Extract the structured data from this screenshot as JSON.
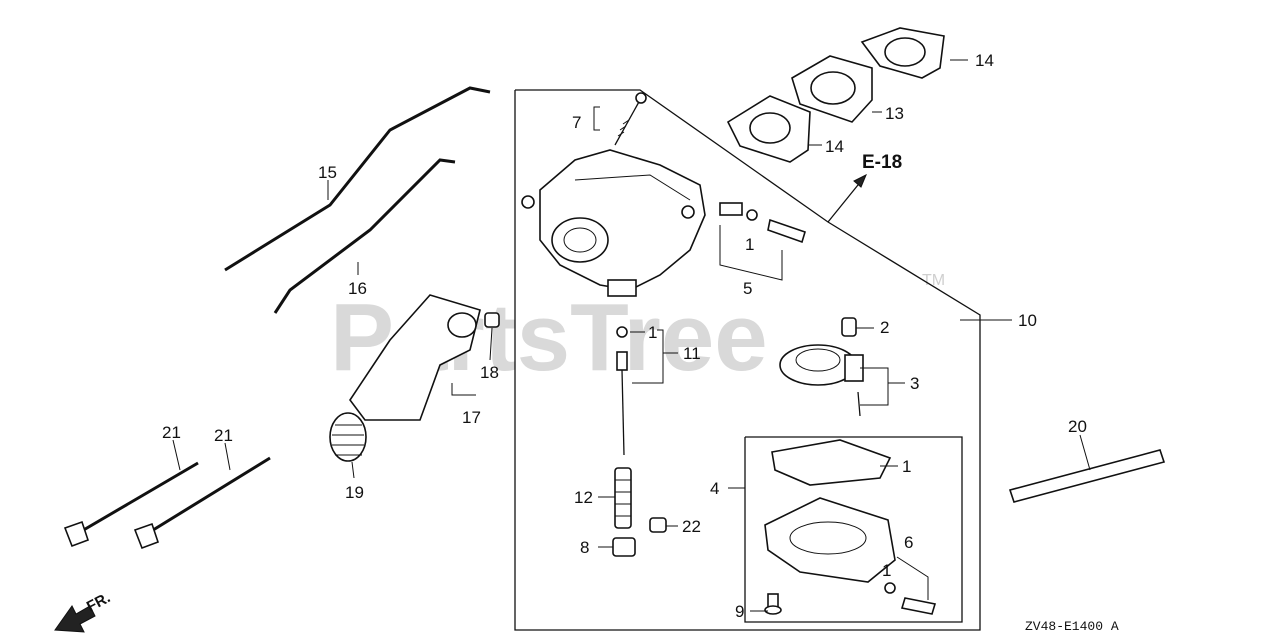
{
  "watermark": {
    "text": "PartsTree",
    "trademark": "TM"
  },
  "diagram_code": "ZV48-E1400 A",
  "front_marker": "FR.",
  "reference": "E-18",
  "callouts": [
    {
      "id": "c1a",
      "label": "1"
    },
    {
      "id": "c1b",
      "label": "1"
    },
    {
      "id": "c1c",
      "label": "1"
    },
    {
      "id": "c1d",
      "label": "1"
    },
    {
      "id": "c2",
      "label": "2"
    },
    {
      "id": "c3",
      "label": "3"
    },
    {
      "id": "c4",
      "label": "4"
    },
    {
      "id": "c5",
      "label": "5"
    },
    {
      "id": "c6",
      "label": "6"
    },
    {
      "id": "c7",
      "label": "7"
    },
    {
      "id": "c8",
      "label": "8"
    },
    {
      "id": "c9",
      "label": "9"
    },
    {
      "id": "c10",
      "label": "10"
    },
    {
      "id": "c11",
      "label": "11"
    },
    {
      "id": "c12",
      "label": "12"
    },
    {
      "id": "c13",
      "label": "13"
    },
    {
      "id": "c14a",
      "label": "14"
    },
    {
      "id": "c14b",
      "label": "14"
    },
    {
      "id": "c15",
      "label": "15"
    },
    {
      "id": "c16",
      "label": "16"
    },
    {
      "id": "c17",
      "label": "17"
    },
    {
      "id": "c18",
      "label": "18"
    },
    {
      "id": "c19",
      "label": "19"
    },
    {
      "id": "c20",
      "label": "20"
    },
    {
      "id": "c21a",
      "label": "21"
    },
    {
      "id": "c21b",
      "label": "21"
    },
    {
      "id": "c22",
      "label": "22"
    }
  ]
}
